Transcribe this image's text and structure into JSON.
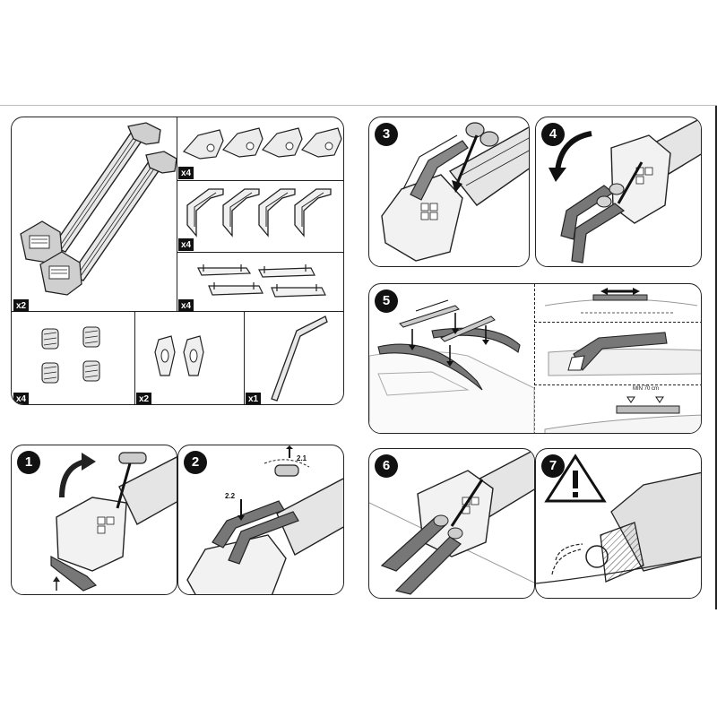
{
  "parts": {
    "bars_qty": "x2",
    "end_caps_qty": "x4",
    "brackets_qty": "x4",
    "pads_qty": "x4",
    "bolts_qty": "x4",
    "keys_qty": "x2",
    "hex_key_qty": "x1"
  },
  "steps": {
    "s1": "1",
    "s2": "2",
    "s3": "3",
    "s4": "4",
    "s5": "5",
    "s6": "6",
    "s7": "7"
  },
  "callouts": {
    "sub_2_1": "2.1",
    "sub_2_2": "2.2",
    "min_distance": "MIN 70 cm"
  },
  "icons": [
    "arrow-icon",
    "warning-triangle-icon",
    "wrench-icon"
  ]
}
